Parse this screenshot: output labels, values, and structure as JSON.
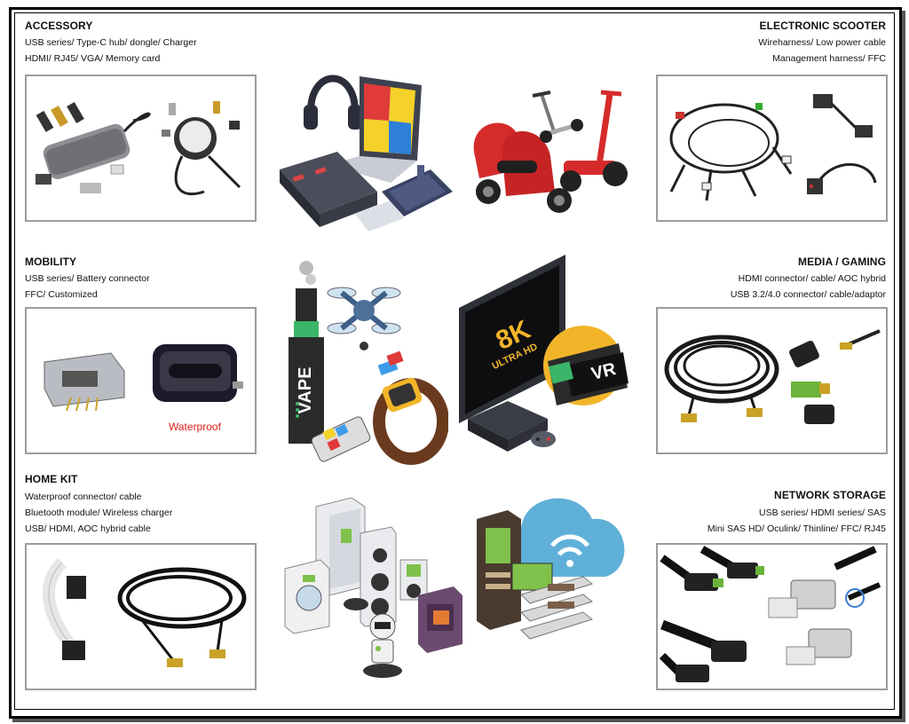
{
  "sections": {
    "accessory": {
      "title": "ACCESSORY",
      "lines": [
        "USB series/ Type-C hub/ dongle/ Charger",
        "HDMI/ RJ45/ VGA/ Memory card"
      ]
    },
    "electronic_scooter": {
      "title": "ELECTRONIC SCOOTER",
      "lines": [
        "Wireharness/ Low power cable",
        "Management harness/ FFC"
      ]
    },
    "mobility": {
      "title": "MOBILITY",
      "lines": [
        "USB series/ Battery connector",
        "FFC/ Customized"
      ],
      "waterproof_label": "Waterproof"
    },
    "media_gaming": {
      "title": "MEDIA / GAMING",
      "lines": [
        "HDMI connector/ cable/ AOC hybrid",
        "USB 3.2/4.0 connector/ cable/adaptor"
      ]
    },
    "home_kit": {
      "title": "HOME KIT",
      "lines": [
        "Waterproof connector/ cable",
        "Bluetooth module/ Wireless charger",
        "USB/ HDMI,  AOC hybrid cable"
      ]
    },
    "network_storage": {
      "title": "NETWORK STORAGE",
      "lines": [
        "USB series/ HDMI series/ SAS",
        "Mini SAS HD/ Oculink/ Thinline/ FFC/ RJ45"
      ]
    }
  },
  "illustration_text": {
    "vape": "VAPE",
    "eightk": "8K",
    "ultra_hd": "ULTRA HD",
    "vr": "VR"
  },
  "colors": {
    "border": "#000000",
    "box_border": "#9c9c9c",
    "waterproof": "#e0201a",
    "scooter_red": "#d62b2b",
    "cloud_blue": "#5fb0d8",
    "gold": "#f2b52a"
  }
}
